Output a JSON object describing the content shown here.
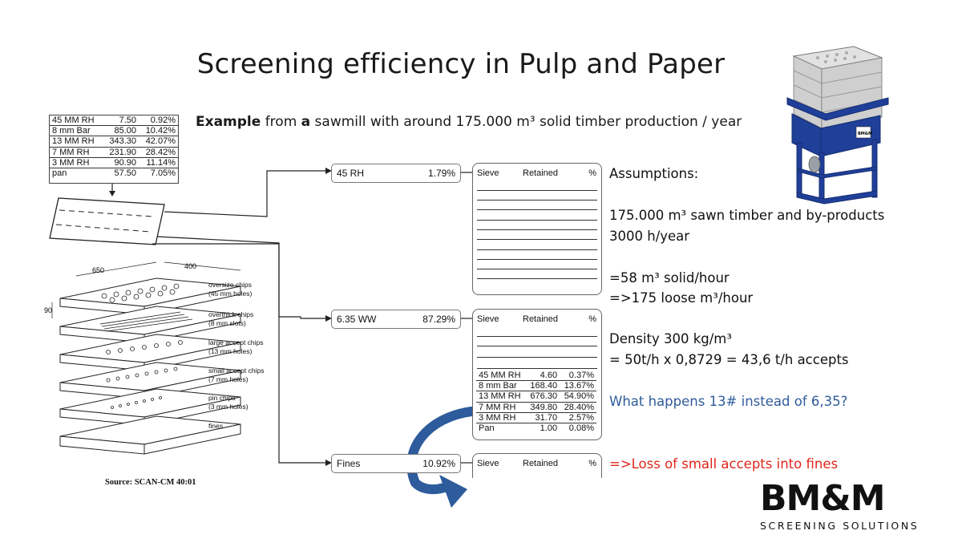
{
  "title": "Screening efficiency in Pulp and Paper",
  "example": {
    "bold1": "Example",
    "text1": " from ",
    "bold2": "a",
    "text2": " sawmill with around 175.000 m³ solid timber production / year"
  },
  "feed_table": [
    {
      "name": "45 MM RH",
      "value": "7.50",
      "pct": "0.92%"
    },
    {
      "name": "8 mm Bar",
      "value": "85.00",
      "pct": "10.42%"
    },
    {
      "name": "13 MM RH",
      "value": "343.30",
      "pct": "42.07%"
    },
    {
      "name": "7 MM RH",
      "value": "231.90",
      "pct": "28.42%"
    },
    {
      "name": "3 MM RH",
      "value": "90.90",
      "pct": "11.14%"
    },
    {
      "name": "pan",
      "value": "57.50",
      "pct": "7.05%"
    }
  ],
  "fractions": [
    {
      "name": "45 RH",
      "pct": "1.79%"
    },
    {
      "name": "6.35 WW",
      "pct": "87.29%"
    },
    {
      "name": "Fines",
      "pct": "10.92%"
    }
  ],
  "sieve_header": {
    "sieve": "Sieve",
    "retained": "Retained",
    "pct": "%"
  },
  "accepts_table": [
    {
      "name": "45 MM RH",
      "value": "4.60",
      "pct": "0.37%"
    },
    {
      "name": "8 mm Bar",
      "value": "168.40",
      "pct": "13.67%"
    },
    {
      "name": "13 MM RH",
      "value": "676.30",
      "pct": "54.90%"
    },
    {
      "name": "7 MM RH",
      "value": "349.80",
      "pct": "28.40%"
    },
    {
      "name": "3 MM RH",
      "value": "31.70",
      "pct": "2.57%"
    },
    {
      "name": "Pan",
      "value": "1.00",
      "pct": "0.08%"
    }
  ],
  "diagram": {
    "dim_650": "650",
    "dim_400": "400",
    "dim_90": "90",
    "labels": [
      {
        "main": "oversize chips",
        "sub": "(45 mm holes)"
      },
      {
        "main": "overthick chips",
        "sub": "(8 mm slots)"
      },
      {
        "main": "large accept chips",
        "sub": "(13 mm holes)"
      },
      {
        "main": "small accept chips",
        "sub": "(7 mm holes)"
      },
      {
        "main": "pin chips",
        "sub": "(3 mm holes)"
      },
      {
        "main": "fines",
        "sub": ""
      }
    ]
  },
  "source": "Source: SCAN-CM 40:01",
  "assumptions": {
    "heading": "Assumptions:",
    "line1": "175.000 m³ sawn timber and by-products",
    "line2": "3000 h/year",
    "line3": "=58 m³ solid/hour",
    "line4": "=>175 loose m³/hour",
    "line5": "Density 300 kg/m³",
    "line6": "= 50t/h x 0,8729 = 43,6 t/h accepts",
    "question": "What happens 13# instead of 6,35?",
    "loss": "=>Loss of small accepts into fines"
  },
  "logo": {
    "main": "BM&M",
    "sub": "SCREENING SOLUTIONS"
  },
  "colors": {
    "question": "#2f5b9a",
    "loss": "#e0261c",
    "arrow": "#2d5b9c",
    "machine_frame": "#1f3f99"
  }
}
